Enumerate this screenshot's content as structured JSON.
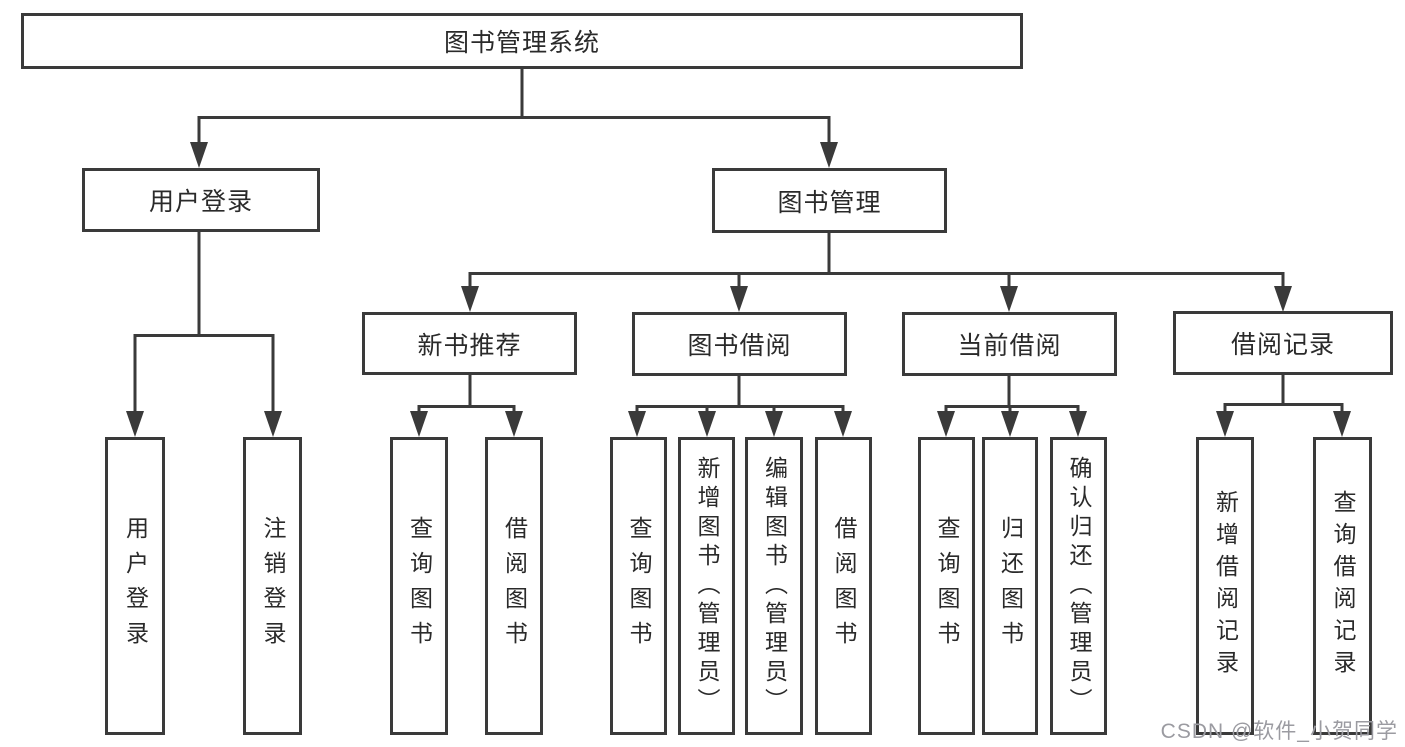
{
  "diagram_title": "图书管理系统",
  "tree": {
    "root": {
      "label": "图书管理系统"
    },
    "branches": [
      {
        "label": "用户登录",
        "children": [
          {
            "label": "用户登录"
          },
          {
            "label": "注销登录"
          }
        ]
      },
      {
        "label": "图书管理",
        "children": [
          {
            "label": "新书推荐",
            "children": [
              {
                "label": "查询图书"
              },
              {
                "label": "借阅图书"
              }
            ]
          },
          {
            "label": "图书借阅",
            "children": [
              {
                "label": "查询图书"
              },
              {
                "label": "新增图书（管理员）"
              },
              {
                "label": "编辑图书（管理员）"
              },
              {
                "label": "借阅图书"
              }
            ]
          },
          {
            "label": "当前借阅",
            "children": [
              {
                "label": "查询图书"
              },
              {
                "label": "归还图书"
              },
              {
                "label": "确认归还（管理员）"
              }
            ]
          },
          {
            "label": "借阅记录",
            "children": [
              {
                "label": "新增借阅记录"
              },
              {
                "label": "查询借阅记录"
              }
            ]
          }
        ]
      }
    ]
  },
  "watermark": "CSDN @软件_小贺同学",
  "colors": {
    "line": "#3a3a3a",
    "text": "#2a2a2a",
    "watermark": "#9b9ba1",
    "background": "#ffffff"
  }
}
